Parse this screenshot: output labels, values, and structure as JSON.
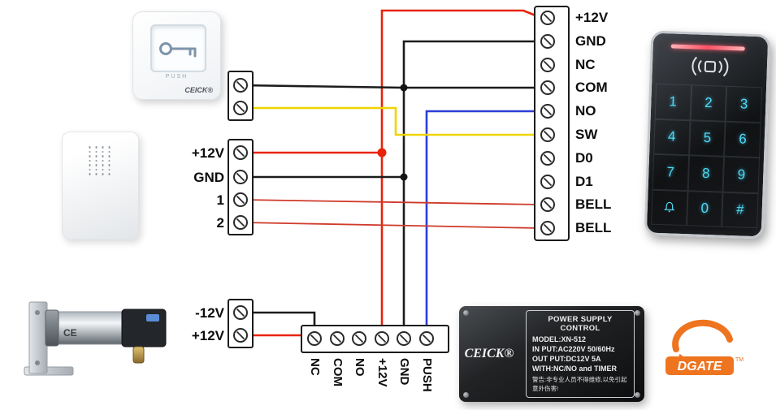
{
  "diagram": {
    "right_block": {
      "labels": [
        "+12V",
        "GND",
        "NC",
        "COM",
        "NO",
        "SW",
        "D0",
        "D1",
        "BELL",
        "BELL"
      ]
    },
    "left_block": {
      "labels": [
        "+12V",
        "GND",
        "1",
        "2"
      ]
    },
    "lock_block": {
      "labels": [
        "-12V",
        "+12V"
      ]
    },
    "bottom_block": {
      "labels": [
        "NC",
        "COM",
        "NO",
        "+12V",
        "GND",
        "PUSH"
      ]
    }
  },
  "push_button": {
    "label": "PUSH",
    "brand": "CEICK®",
    "icon": "key-icon"
  },
  "lock": {
    "ce": "CE"
  },
  "keypad": {
    "keys": [
      "1",
      "2",
      "3",
      "4",
      "5",
      "6",
      "7",
      "8",
      "9",
      "0",
      "#"
    ],
    "icons": [
      "rfid-contactless-icon",
      "bell-icon"
    ]
  },
  "power_supply": {
    "brand": "CEICK®",
    "title": "POWER SUPPLY CONTROL",
    "model": "MODEL:XN-512",
    "input": "IN PUT:AC220V 50/60Hz",
    "output": "OUT PUT:DC12V 5A",
    "with_line": "WITH:NC/NO and TIMER",
    "warning": "警告:非专业人员不得维修,以免引起意外伤害!"
  },
  "logo": {
    "text": "DGATE",
    "tm": "TM"
  },
  "colors": {
    "wire_red": "#e8230a",
    "wire_black": "#1b1c1e",
    "wire_yellow": "#f0d400",
    "wire_blue": "#2c3ed6",
    "wire_bell": "#cf3a2a",
    "accent_orange": "#ee7420",
    "keypad_cyan": "#4fd9f6",
    "led_pink": "#ff5064"
  }
}
